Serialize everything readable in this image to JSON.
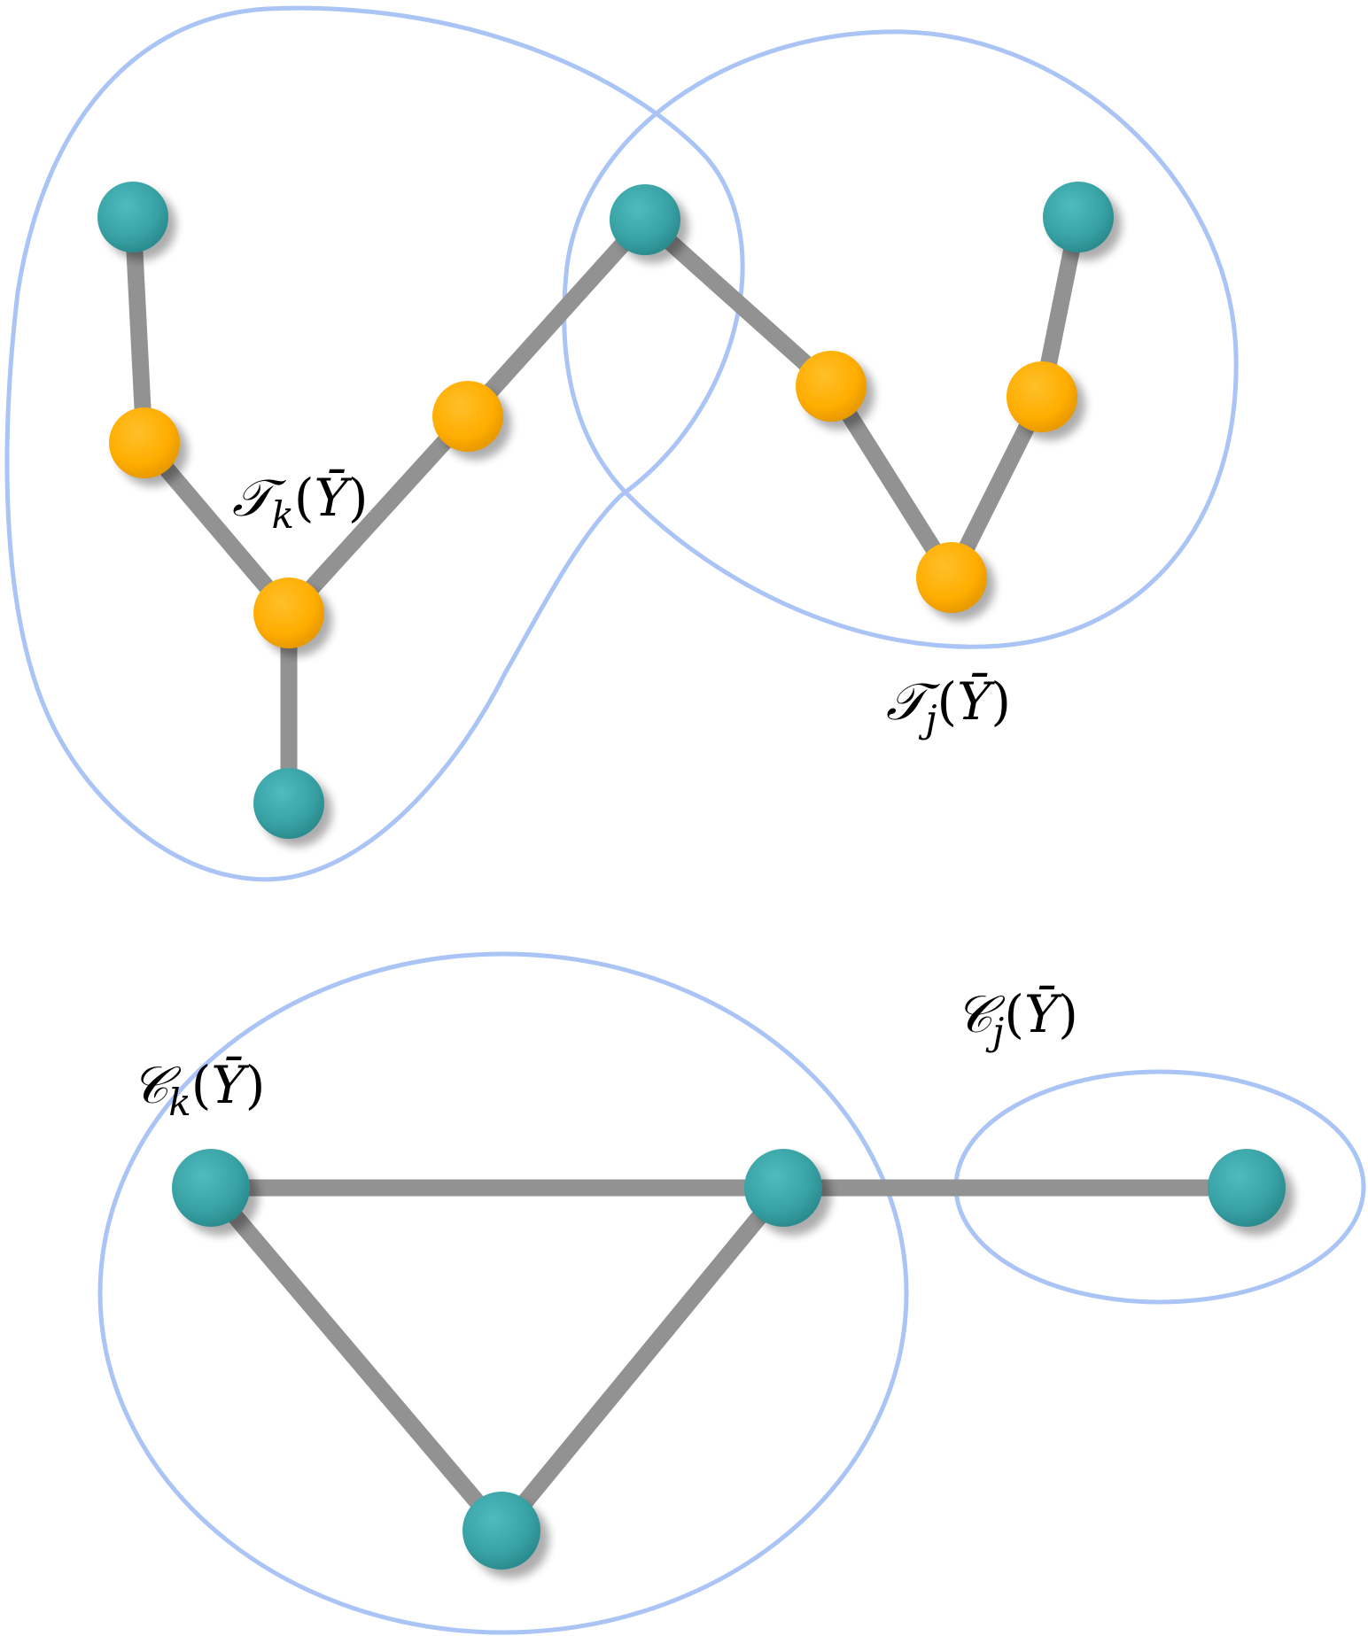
{
  "colors": {
    "region": "#a9c4f5",
    "edge": "#929292",
    "node_teal": "#3aa3a6",
    "node_orange": "#ffae00"
  },
  "labels": {
    "tree_k": {
      "script": "𝒯",
      "sub": "k",
      "arg": "Ȳ"
    },
    "tree_j": {
      "script": "𝒯",
      "sub": "j",
      "arg": "Ȳ"
    },
    "clique_k": {
      "script": "𝒞",
      "sub": "k",
      "arg": "Ȳ"
    },
    "clique_j": {
      "script": "𝒞",
      "sub": "j",
      "arg": "Ȳ"
    }
  }
}
